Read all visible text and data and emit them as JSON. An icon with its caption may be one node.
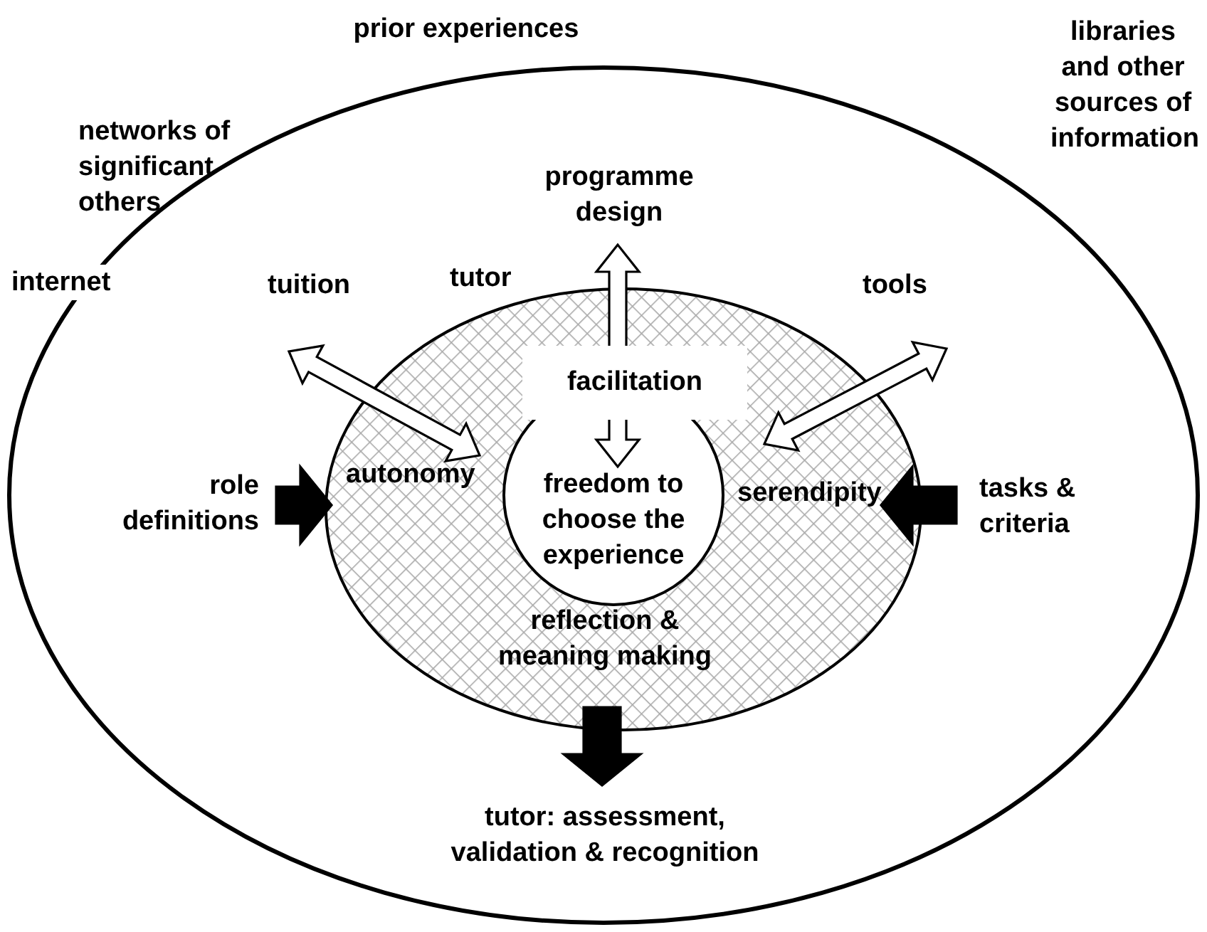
{
  "diagram": {
    "nodes": [
      {
        "text": [],
        "shape": "ellipse"
      },
      {
        "text": [
          "autonomy",
          "serendipity",
          "reflection & meaning making"
        ],
        "in": 0
      },
      {
        "text": [
          "freedom to choose the experience"
        ],
        "in": 1
      },
      {
        "text": [
          "facilitation"
        ],
        "in": 1
      },
      {
        "text": [
          "tuition"
        ],
        "in": 0
      },
      {
        "text": [
          "tools"
        ],
        "in": 0
      },
      {
        "text": [
          "programme design"
        ],
        "in": 0
      },
      {
        "text": [
          "role definitions"
        ],
        "in": 0
      },
      {
        "text": [
          "tasks & criteria"
        ],
        "in": 0
      },
      {
        "text": [
          "tutor: assessment, validation & recognition"
        ],
        "in": 0
      }
    ],
    "edges": [
      {
        "from": 4,
        "to": 1,
        "arrow": "both"
      },
      {
        "from": 5,
        "to": 1,
        "arrow": "both"
      },
      {
        "from": 6,
        "to": 2,
        "arrow": "both"
      },
      {
        "from": 7,
        "to": 1,
        "arrow": "to",
        "style": "thick"
      },
      {
        "from": 8,
        "to": 1,
        "arrow": "to",
        "style": "thick"
      },
      {
        "from": 1,
        "to": 9,
        "arrow": "to",
        "style": "thick"
      }
    ],
    "labels": [
      "prior experiences",
      "networks of significant others",
      "libraries and other sources of information",
      "internet",
      "tutor"
    ]
  }
}
